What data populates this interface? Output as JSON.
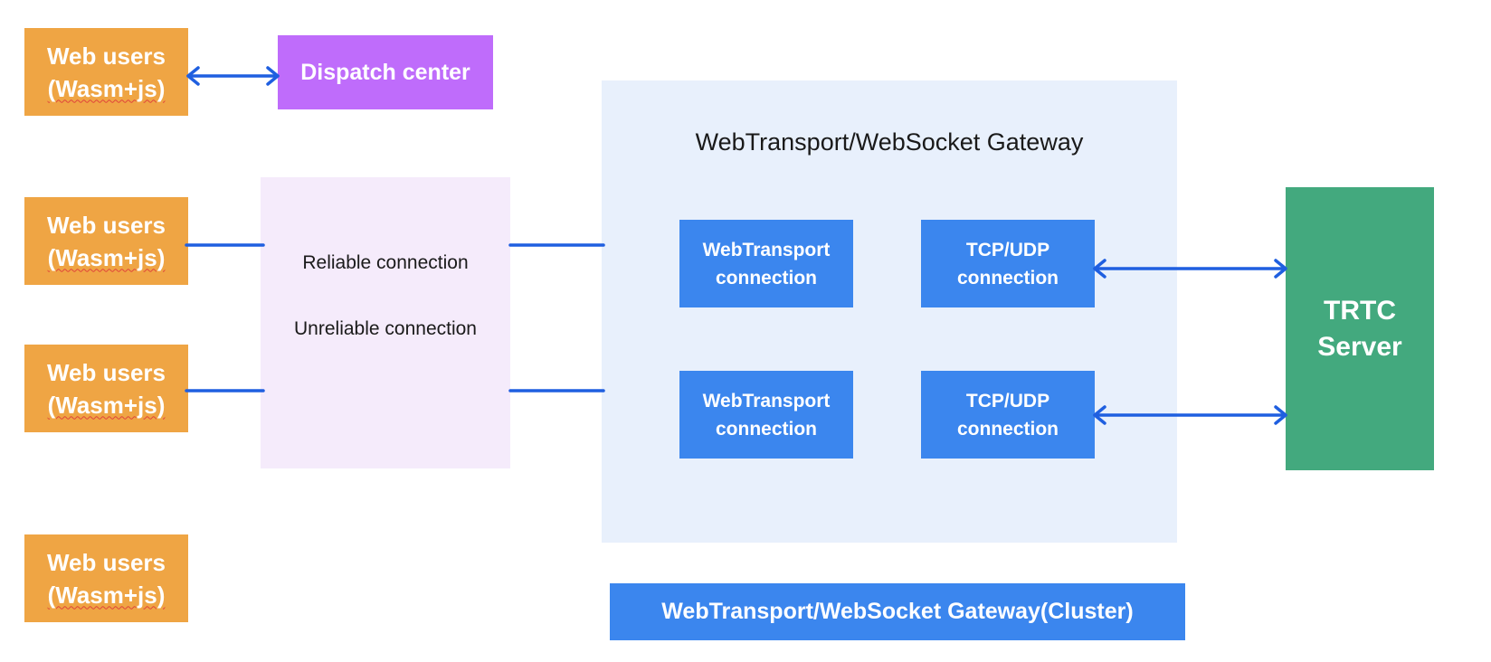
{
  "users": [
    {
      "line1": "Web users",
      "line2": "(Wasm+js)"
    },
    {
      "line1": "Web users",
      "line2": "(Wasm+js)"
    },
    {
      "line1": "Web users",
      "line2": "(Wasm+js)"
    },
    {
      "line1": "Web users",
      "line2": "(Wasm+js)"
    }
  ],
  "dispatch": {
    "label": "Dispatch center"
  },
  "connections": {
    "reliable": "Reliable connection",
    "unreliable": "Unreliable connection"
  },
  "gateway": {
    "title": "WebTransport/WebSocket Gateway",
    "nodes": [
      {
        "line1": "WebTransport",
        "line2": "connection"
      },
      {
        "line1": "TCP/UDP",
        "line2": "connection"
      },
      {
        "line1": "WebTransport",
        "line2": "connection"
      },
      {
        "line1": "TCP/UDP",
        "line2": "connection"
      }
    ]
  },
  "server": {
    "line1": "TRTC",
    "line2": "Server"
  },
  "cluster": {
    "label": "WebTransport/WebSocket Gateway(Cluster)"
  },
  "colors": {
    "user": "#efa544",
    "dispatch": "#bf6cfb",
    "connection_panel": "#f5ebfb",
    "gateway_panel": "#e8f0fc",
    "node": "#3b86ee",
    "server": "#43a97e",
    "line": "#1f5fe0"
  }
}
